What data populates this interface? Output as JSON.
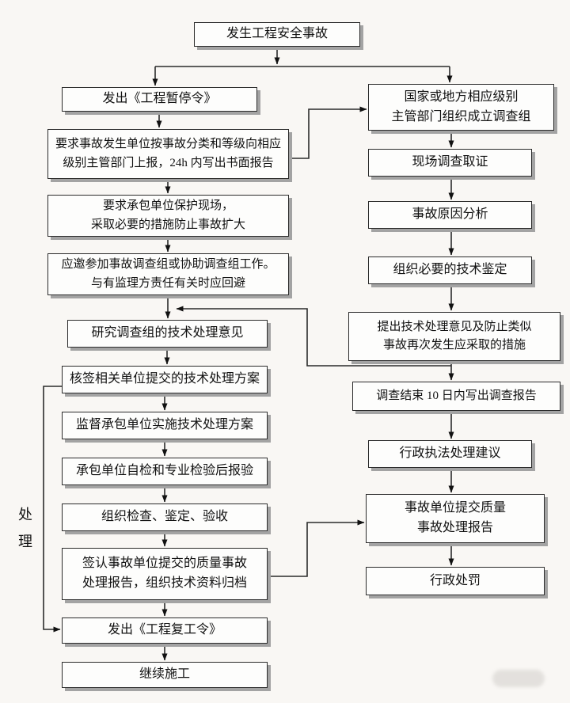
{
  "page": {
    "background": "#f9f7f4",
    "colors": {
      "box_border": "#2b2b2b",
      "box_fill": "#fdfdfc",
      "shadow": "#a3a3a3",
      "line": "#2b2b2b",
      "text": "#111111"
    }
  },
  "diagram": {
    "side_label": "处理",
    "nodes": {
      "n1": "发生工程安全事故",
      "n2": "发出《工程暂停令》",
      "n3": "要求事故发生单位按事故分类和等级向相应\n级别主管部门上报，24h 内写出书面报告",
      "n4": "要求承包单位保护现场，\n采取必要的措施防止事故扩大",
      "n5": "应邀参加事故调查组或协助调查组工作。\n与有监理方责任有关时应回避",
      "n6": "研究调查组的技术处理意见",
      "n7": "核签相关单位提交的技术处理方案",
      "n8": "监督承包单位实施技术处理方案",
      "n9": "承包单位自检和专业检验后报验",
      "n10": "组织检查、鉴定、验收",
      "n11": "签认事故单位提交的质量事故\n处理报告，组织技术资料归档",
      "n12": "发出《工程复工令》",
      "n13": "继续施工",
      "r1": "国家或地方相应级别\n主管部门组织成立调查组",
      "r2": "现场调查取证",
      "r3": "事故原因分析",
      "r4": "组织必要的技术鉴定",
      "r5": "提出技术处理意见及防止类似\n事故再次发生应采取的措施",
      "r6": "调查结束 10 日内写出调查报告",
      "r7": "行政执法处理建议",
      "r8": "事故单位提交质量\n事故处理报告",
      "r9": "行政处罚"
    },
    "edges": [
      {
        "from": "n1",
        "to": "n2"
      },
      {
        "from": "n1",
        "to": "r1"
      },
      {
        "from": "n2",
        "to": "n3"
      },
      {
        "from": "n3",
        "to": "n4"
      },
      {
        "from": "n3",
        "to": "r1"
      },
      {
        "from": "n4",
        "to": "n5"
      },
      {
        "from": "n5",
        "to": "n6"
      },
      {
        "from": "r5",
        "to": "n6"
      },
      {
        "from": "n6",
        "to": "n7"
      },
      {
        "from": "n7",
        "to": "n8"
      },
      {
        "from": "n7",
        "to": "n12"
      },
      {
        "from": "n8",
        "to": "n9"
      },
      {
        "from": "n9",
        "to": "n10"
      },
      {
        "from": "n10",
        "to": "n11"
      },
      {
        "from": "n11",
        "to": "n12"
      },
      {
        "from": "n11",
        "to": "r8"
      },
      {
        "from": "n12",
        "to": "n13"
      },
      {
        "from": "r1",
        "to": "r2"
      },
      {
        "from": "r2",
        "to": "r3"
      },
      {
        "from": "r3",
        "to": "r4"
      },
      {
        "from": "r4",
        "to": "r5"
      },
      {
        "from": "r5",
        "to": "r6"
      },
      {
        "from": "r6",
        "to": "r7"
      },
      {
        "from": "r7",
        "to": "r8"
      },
      {
        "from": "r8",
        "to": "r9"
      }
    ]
  }
}
